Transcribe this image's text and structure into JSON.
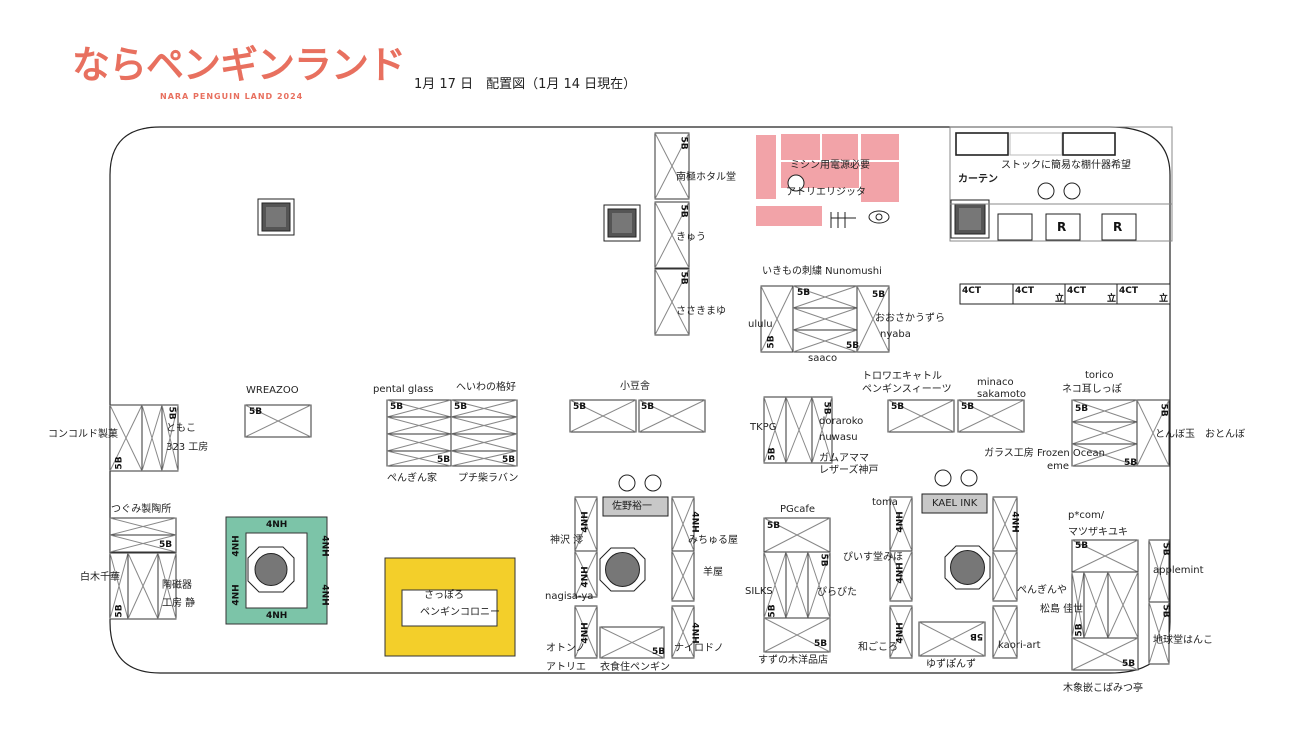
{
  "header": {
    "logo_title": "ならペンギンランド",
    "logo_subtitle": "NARA PENGUIN LAND 2024",
    "date_note": "1月 17 日　配置図（1月 14 日現在）"
  },
  "notes": {
    "stock": "ストックに簡易な棚什器希望",
    "curtain": "カーテン",
    "sewing": "ミシン用電源必要"
  },
  "codes": {
    "b5": "5B",
    "nh4": "4NH",
    "ct4": "4CT",
    "stand": "立",
    "r": "R"
  },
  "nametags": {
    "sano": "佐野裕一",
    "kael": "KAEL INK"
  },
  "booths": {
    "nankyoku": "南極ホタル堂",
    "kyuu": "きゅう",
    "sasaki": "ささきまゆ",
    "atelier_zitta": "アトリエリジッタ",
    "ikimono": "いきもの刺繍 Nunomushi",
    "ululu": "ululu",
    "oosaka": "おおさかうずら",
    "nyaba": "nyaba",
    "saaco": "saaco",
    "wreazoo": "WREAZOO",
    "pental": "pental glass",
    "heiwa": "へいわの格好",
    "pengin_ya": "ぺんぎん家",
    "puchi": "プチ柴ラバン",
    "azuki": "小豆舎",
    "tkpg": "TKPG",
    "doraroko": "doraroko",
    "nuwasu": "nuwasu",
    "gamuamama": "ガムアママ",
    "leathers": "レザーズ神戸",
    "torowae": "トロワエキャトル",
    "penguin_sweets": "ペンギンスィーーツ",
    "minaco": "minaco",
    "sakamoto": "sakamoto",
    "torico": "torico",
    "nekomimi": "ネコ耳しっぽ",
    "tonbo": "とんぼ玉　おとんぼ",
    "garasu": "ガラス工房 Frozen Ocean",
    "eme": "eme",
    "concorde": "コンコルド製菓",
    "tomoko": "ともこ",
    "kobo323": "323 工房",
    "tsukumi": "つぐみ製陶所",
    "shiraki": "白木千華",
    "toujiki": "陶磁器",
    "kobo_shizuka": "工房 静",
    "sapporo1": "さっぽろ",
    "sapporo2": "ペンギンコロニー",
    "kanzawa": "神沢 澪",
    "michiru": "みちゅる屋",
    "youya": "羊屋",
    "nagisa": "nagisa-ya",
    "otono": "オトンノ",
    "atelie": "アトリエ",
    "ishokuju": "衣食住ペンギン",
    "nairodono": "ナイロドノ",
    "pgcafe": "PGcafe",
    "silks": "SILKS",
    "pirapita": "ぴらぴた",
    "suzuno": "すずの木洋品店",
    "toma": "toma",
    "piisu": "ぴいす堂みほ",
    "pengin_ya2": "ぺんぎんや",
    "matsushima": "松島 佳世",
    "nagokoro": "和ごころ",
    "kaori": "kaori-art",
    "yuzupon": "ゆずぽんず",
    "pcom": "p*com/",
    "matsuzaki": "マツザキユキ",
    "applemint": "applemint",
    "chikyudo": "地球堂はんこ",
    "mokuzo": "木象嵌こばみつ亭"
  },
  "colors": {
    "logo": "#e8705f",
    "pink_zone": "#f2a3a8",
    "green_zone": "#7cc4a8",
    "yellow_zone": "#f3cf2a",
    "nametag": "#c8c8c8"
  }
}
